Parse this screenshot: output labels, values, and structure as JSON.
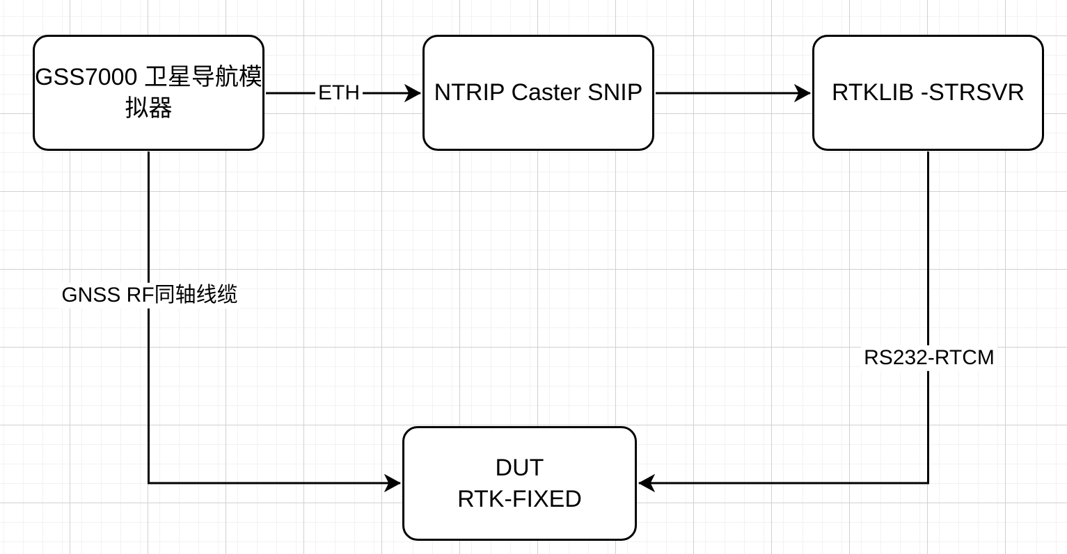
{
  "diagram": {
    "nodes": {
      "simulator": {
        "label": "GSS7000 卫星导航模\n拟器"
      },
      "ntrip_caster": {
        "label": "NTRIP Caster SNIP"
      },
      "rtklib_strsvr": {
        "label": "RTKLIB -STRSVR"
      },
      "dut": {
        "label": "DUT\nRTK-FIXED"
      }
    },
    "edges": [
      {
        "from": "simulator",
        "to": "ntrip_caster",
        "label": "ETH",
        "arrow": "right"
      },
      {
        "from": "ntrip_caster",
        "to": "rtklib_strsvr",
        "label": "",
        "arrow": "right"
      },
      {
        "from": "simulator",
        "to": "dut",
        "label": "GNSS RF同轴线缆",
        "arrow": "right"
      },
      {
        "from": "rtklib_strsvr",
        "to": "dut",
        "label": "RS232-RTCM",
        "arrow": "left"
      }
    ],
    "colors": {
      "stroke": "#000000",
      "node_fill": "#ffffff",
      "text": "#000000",
      "grid_minor": "#f2f2f2",
      "grid_major": "#d0d0d0",
      "canvas": "#ffffff"
    }
  }
}
